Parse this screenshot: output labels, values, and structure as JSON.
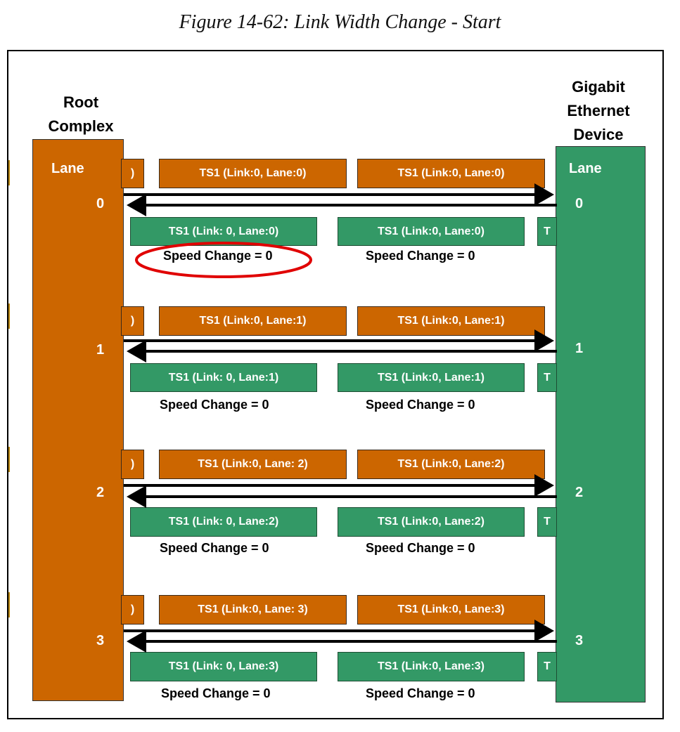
{
  "caption": "Figure 14-62: Link Width Change - Start",
  "root_complex": {
    "line1": "Root",
    "line2": "Complex",
    "lane_header": "Lane"
  },
  "gigabit_device": {
    "line1": "Gigabit",
    "line2": "Ethernet",
    "line3": "Device",
    "lane_header": "Lane"
  },
  "lanes": [
    {
      "number": "0",
      "tx_partial": ")",
      "tx1": "TS1 (Link:0, Lane:0)",
      "tx2": "TS1 (Link:0, Lane:0)",
      "rx1": "TS1 (Link: 0, Lane:0)",
      "rx2": "TS1 (Link:0, Lane:0)",
      "rx_partial": "T",
      "speed1": "Speed Change = 0",
      "speed2": "Speed Change = 0"
    },
    {
      "number": "1",
      "tx_partial": ")",
      "tx1": "TS1 (Link:0, Lane:1)",
      "tx2": "TS1 (Link:0, Lane:1)",
      "rx1": "TS1 (Link: 0, Lane:1)",
      "rx2": "TS1 (Link:0, Lane:1)",
      "rx_partial": "T",
      "speed1": "Speed Change = 0",
      "speed2": "Speed Change = 0"
    },
    {
      "number": "2",
      "tx_partial": ")",
      "tx1": "TS1 (Link:0, Lane: 2)",
      "tx2": "TS1 (Link:0, Lane:2)",
      "rx1": "TS1 (Link: 0, Lane:2)",
      "rx2": "TS1 (Link:0, Lane:2)",
      "rx_partial": "T",
      "speed1": "Speed Change = 0",
      "speed2": "Speed Change = 0"
    },
    {
      "number": "3",
      "tx_partial": ")",
      "tx1": "TS1 (Link:0, Lane: 3)",
      "tx2": "TS1 (Link:0, Lane:3)",
      "rx1": "TS1 (Link: 0, Lane:3)",
      "rx2": "TS1 (Link:0, Lane:3)",
      "rx_partial": "T",
      "speed1": "Speed Change = 0",
      "speed2": "Speed Change = 0"
    }
  ],
  "colors": {
    "root_complex": "#cc6600",
    "device": "#339966",
    "highlight": "#e00000"
  }
}
